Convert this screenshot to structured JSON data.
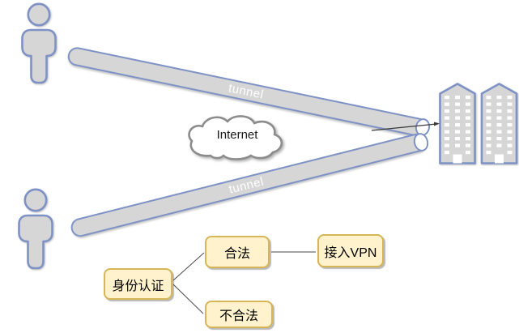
{
  "cloud": {
    "label": "Internet"
  },
  "tunnels": [
    {
      "label": "tunnel"
    },
    {
      "label": "tunnel"
    }
  ],
  "labels": {
    "auth": "身份认证",
    "valid": "合法",
    "invalid": "不合法",
    "vpn": "接入VPN"
  },
  "icons": {
    "users": "user-icon",
    "buildings": "building-icon",
    "cloud": "cloud-icon",
    "pipes": "tunnel-pipe"
  },
  "colors": {
    "shape_fill": "#d6d6d6",
    "shape_stroke": "#7e92c6",
    "label_fill": "#fff2cc",
    "label_stroke": "#d6b656",
    "cloud_stroke": "#8c8c8c",
    "tunnel_text": "#ffffff",
    "connector": "#4a4a4a"
  }
}
